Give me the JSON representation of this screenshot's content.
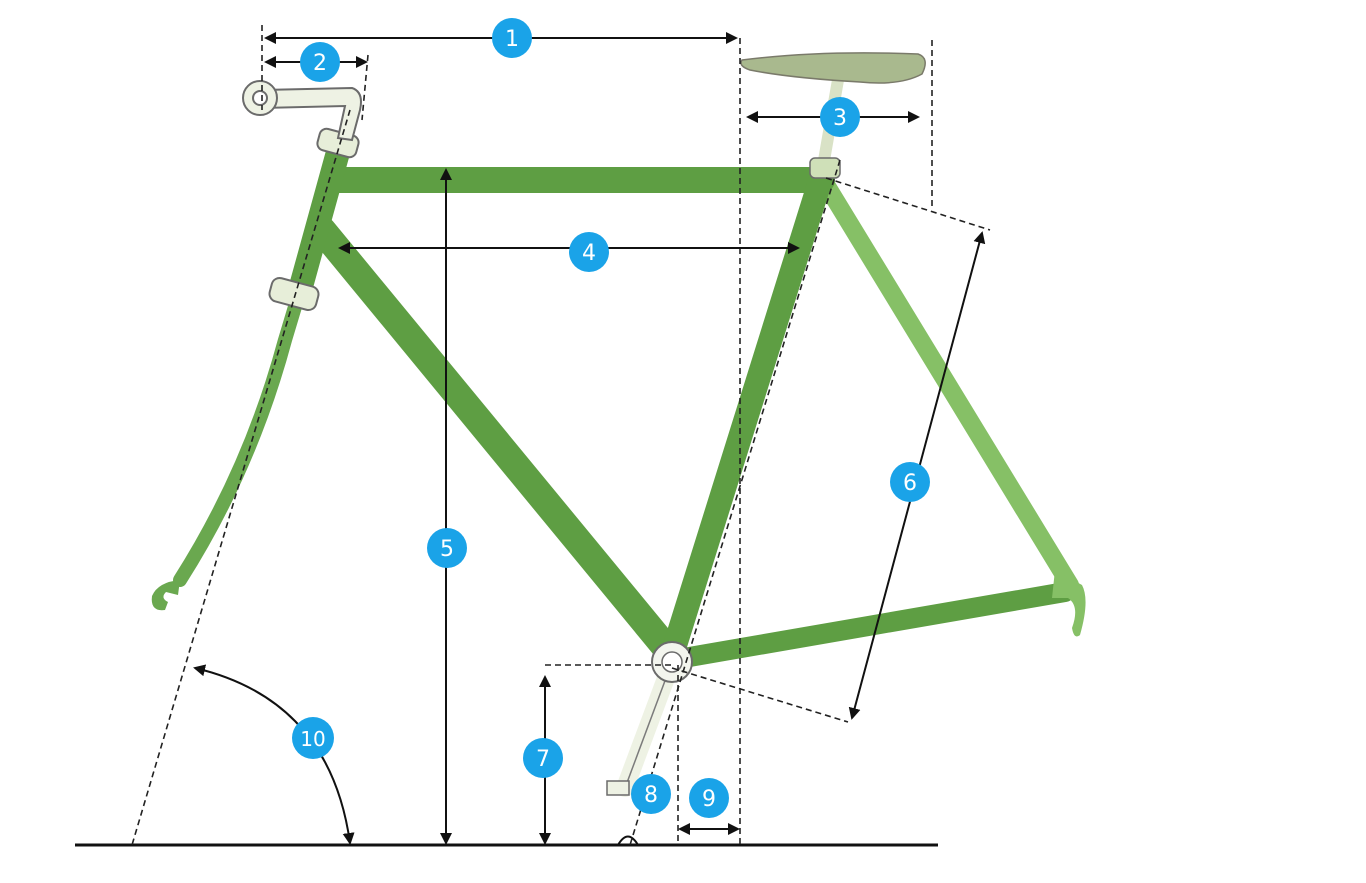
{
  "diagram": {
    "markers": [
      {
        "id": "m1",
        "label": "1"
      },
      {
        "id": "m2",
        "label": "2"
      },
      {
        "id": "m3",
        "label": "3"
      },
      {
        "id": "m4",
        "label": "4"
      },
      {
        "id": "m5",
        "label": "5"
      },
      {
        "id": "m6",
        "label": "6"
      },
      {
        "id": "m7",
        "label": "7"
      },
      {
        "id": "m8",
        "label": "8"
      },
      {
        "id": "m9",
        "label": "9"
      },
      {
        "id": "m10",
        "label": "10"
      }
    ]
  },
  "colors": {
    "frame": "#6aa84f",
    "frame_light": "#86c066",
    "badge": "#1aa3e8",
    "dimension_line": "#111111",
    "saddle": "#a9b98e"
  }
}
